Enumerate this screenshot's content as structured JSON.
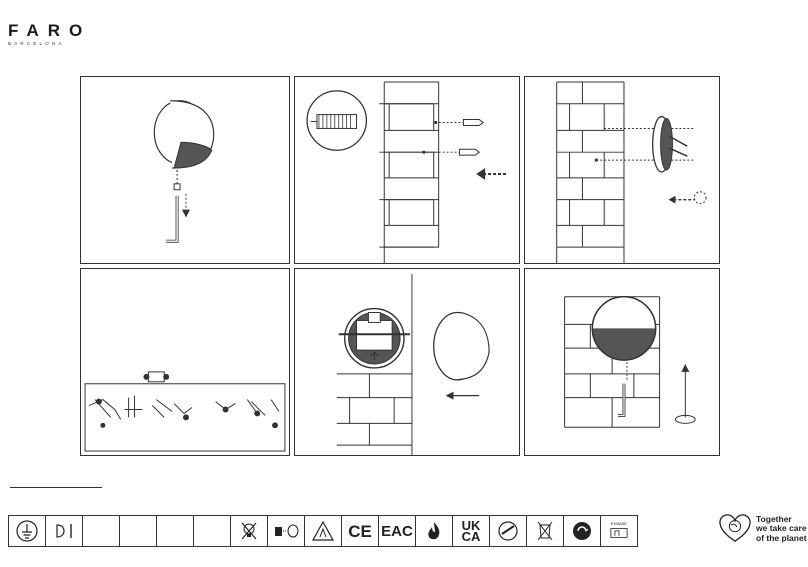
{
  "brand": {
    "name": "FARO",
    "subtitle": "BARCELONA"
  },
  "steps": [
    {
      "id": "step-1",
      "caption": ""
    },
    {
      "id": "step-2",
      "caption": ""
    },
    {
      "id": "step-3",
      "caption": ""
    },
    {
      "id": "step-4",
      "caption": ""
    },
    {
      "id": "step-5",
      "caption": ""
    },
    {
      "id": "step-6",
      "caption": ""
    }
  ],
  "symbols": {
    "ce": "CE",
    "eac": "EAC",
    "ukca_top": "UK",
    "ukca_bottom": "CA",
    "recycle_small": "ENVASE"
  },
  "tagline": {
    "line1": "Together",
    "line2": "we take care",
    "line3": "of the planet"
  },
  "colors": {
    "line": "#333333",
    "background": "#ffffff"
  }
}
